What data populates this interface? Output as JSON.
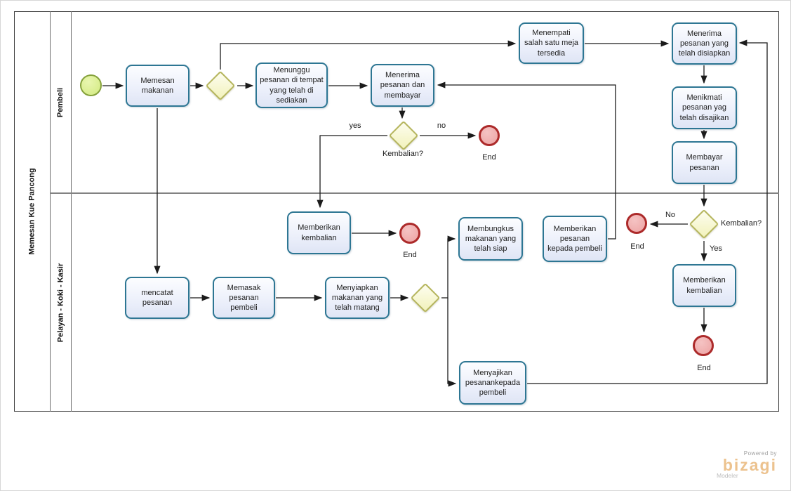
{
  "pool": {
    "title": "Memesan Kue Pancong"
  },
  "lanes": [
    {
      "label": "Pembeli"
    },
    {
      "label": "Pelayan - Koki - Kasir"
    }
  ],
  "nodes": {
    "memesan_makanan": "Memesan makanan",
    "menunggu_pesanan": "Menunggu pesanan  di tempat yang telah di sediakan",
    "menerima_membayar": "Menerima pesanan dan membayar",
    "menempati_meja": "Menempati salah satu meja tersedia",
    "menerima_disiapkan": "Menerima pesanan yang telah disiapkan",
    "menikmati_pesanan": "Menikmati pesanan yag telah disajikan",
    "membayar_pesanan": "Membayar pesanan",
    "memberikan_kembalian_pelayan": "Memberikan kembalian",
    "membungkus_makanan": "Membungkus makanan yang telah siap",
    "memberikan_pesanan": "Memberikan pesanan kepada pembeli",
    "memberikan_kembalian_kasir": "Memberikan kembalian",
    "mencatat_pesanan": "mencatat pesanan",
    "memasak_pesanan": "Memasak pesanan pembeli",
    "menyiapkan_makanan": "Menyiapkan makanan yang telah matang",
    "menyajikan_pesanan": "Menyajikan pesanankepada pembeli"
  },
  "gateways": {
    "kembalian_pembeli": "Kembalian?",
    "kembalian_kasir": "Kembalian?"
  },
  "edge_labels": {
    "yes_lower": "yes",
    "no_lower": "no",
    "yes_cap": "Yes",
    "no_cap": "No"
  },
  "events": {
    "end_label": "End"
  },
  "footer": {
    "powered_by": "Powered by",
    "brand": "bizagi",
    "product": "Modeler"
  },
  "colors": {
    "task_border": "#2d7693",
    "task_fill": "#eaeefa",
    "gateway_border": "#b5b55c",
    "gateway_fill": "#f2f2bc",
    "start_border": "#85a13c",
    "start_fill": "#d2ea80",
    "end_border": "#ac2a2a",
    "end_fill": "#eda3a3",
    "connector": "#1b1b1b",
    "brand_orange": "#ecc28e"
  }
}
